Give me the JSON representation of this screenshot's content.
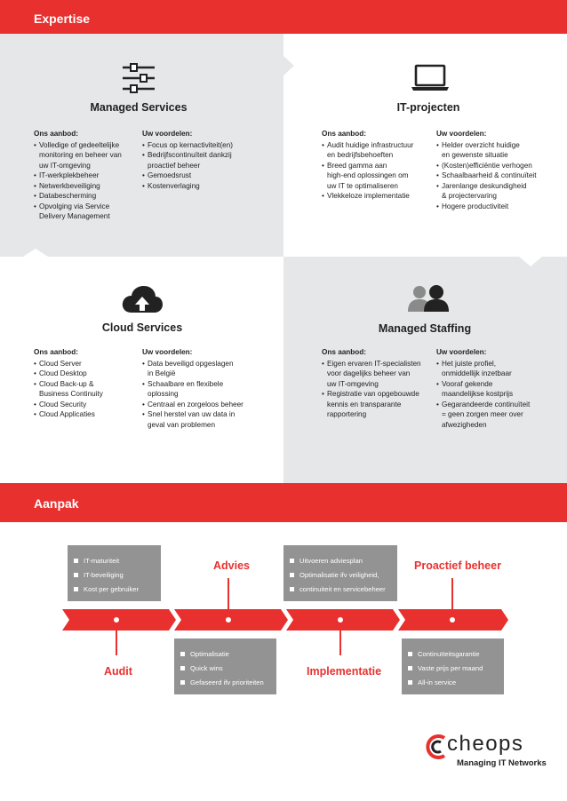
{
  "expertise": {
    "title": "Expertise",
    "quadrants": [
      {
        "key": "managed-services",
        "title": "Managed Services",
        "icon": "sliders-icon",
        "offer_head": "Ons aanbod:",
        "offer": [
          "Volledige of gedeeltelijke",
          "monitoring en beheer van",
          "uw IT-omgeving",
          "IT-werkplekbeheer",
          "Netwerkbeveiliging",
          "Databescherming",
          "Opvolging via Service",
          "Delivery Management"
        ],
        "benefits_head": "Uw voordelen:",
        "benefits": [
          "Focus op kernactiviteit(en)",
          "Bedrijfscontinuïteit dankzij",
          "proactief beheer",
          "Gemoedsrust",
          "Kostenverlaging"
        ]
      },
      {
        "key": "it-projecten",
        "title": "IT-projecten",
        "icon": "laptop-icon",
        "offer_head": "Ons aanbod:",
        "offer": [
          "Audit huidige infrastructuur",
          "en bedrijfsbehoeften",
          "Breed gamma aan",
          "high-end oplossingen om",
          "uw IT te optimaliseren",
          "Vlekkeloze implementatie"
        ],
        "benefits_head": "Uw voordelen:",
        "benefits": [
          "Helder overzicht huidige",
          "en gewenste situatie",
          "(Kosten)efficiëntie verhogen",
          "Schaalbaarheid & continuïteit",
          "Jarenlange deskundigheid",
          "& projectervaring",
          "Hogere productiviteit"
        ]
      },
      {
        "key": "cloud-services",
        "title": "Cloud Services",
        "icon": "cloud-upload-icon",
        "offer_head": "Ons aanbod:",
        "offer": [
          "Cloud Server",
          "Cloud Desktop",
          "Cloud Back-up &",
          "Business Continuity",
          "Cloud Security",
          "Cloud Applicaties"
        ],
        "benefits_head": "Uw voordelen:",
        "benefits": [
          "Data beveiligd opgeslagen",
          "in België",
          "Schaalbare en flexibele",
          "oplossing",
          "Centraal en zorgeloos beheer",
          "Snel herstel van uw data in",
          "geval van problemen"
        ]
      },
      {
        "key": "managed-staffing",
        "title": "Managed Staffing",
        "icon": "people-icon",
        "offer_head": "Ons aanbod:",
        "offer": [
          "Eigen ervaren IT-specialisten",
          "voor dagelijks beheer van",
          "uw IT-omgeving",
          "Registratie van opgebouwde",
          "kennis en transparante",
          "rapportering"
        ],
        "benefits_head": "Uw voordelen:",
        "benefits": [
          "Het juiste profiel,",
          "onmiddellijk inzetbaar",
          "Vooraf gekende",
          "maandelijkse kostprijs",
          "Gegarandeerde continuïteit",
          "= geen zorgen meer over",
          "afwezigheden"
        ]
      }
    ]
  },
  "aanpak": {
    "title": "Aanpak",
    "steps": [
      {
        "label": "Audit",
        "items": [
          "IT-maturiteit",
          "IT-beveiliging",
          "Kost per gebruiker"
        ]
      },
      {
        "label": "Advies",
        "items": [
          "Optimalisatie",
          "Quick wins",
          "Gefaseerd ifv prioriteiten"
        ]
      },
      {
        "label": "Implementatie",
        "items": [
          "Uitvoeren adviesplan",
          "Optimalisatie ifv veiligheid,",
          "continuiteit en servicebeheer"
        ]
      },
      {
        "label": "Proactief beheer",
        "items": [
          "Continuïteitsgarantie",
          "Vaste prijs per maand",
          "All-in service"
        ]
      }
    ]
  },
  "logo": {
    "name": "cheops",
    "tagline": "Managing IT Networks"
  },
  "colors": {
    "accent": "#e8312f",
    "panel": "#e6e7e8",
    "box": "#939393"
  }
}
